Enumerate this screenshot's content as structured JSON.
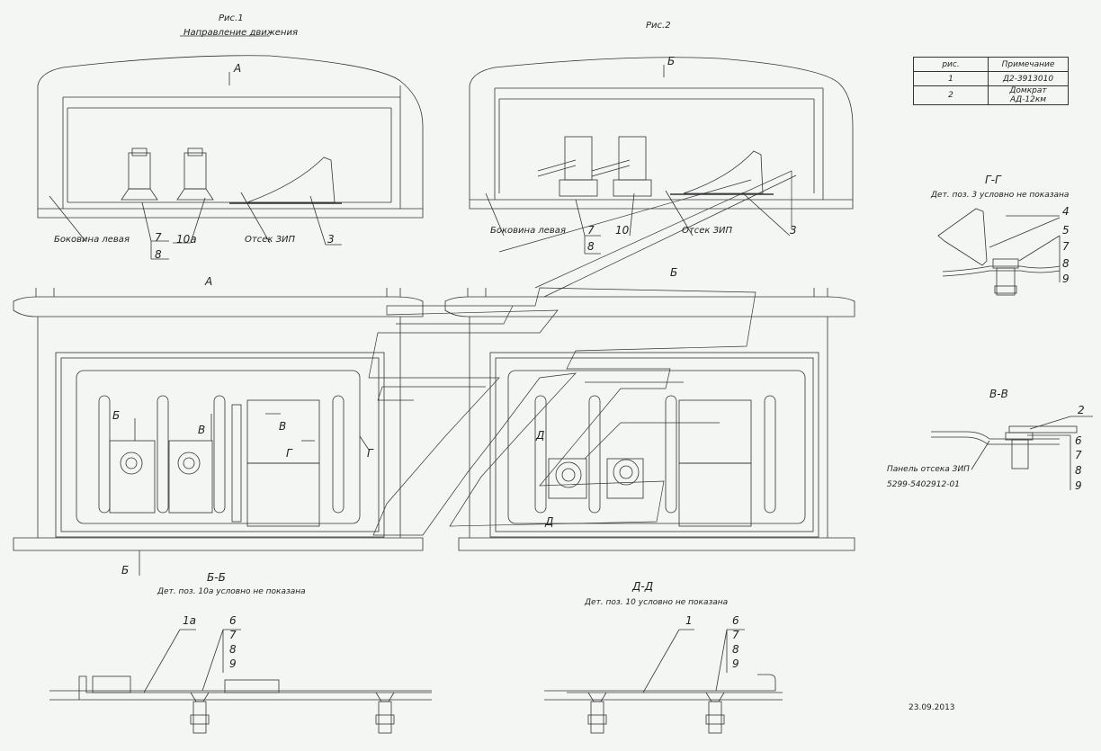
{
  "figures": {
    "fig1_title": "Рис.1",
    "fig1_direction": "Направление движения",
    "fig2_title": "Рис.2"
  },
  "views": {
    "a": "А",
    "b": "Б",
    "v": "В",
    "g": "Г",
    "d": "Д"
  },
  "labels": {
    "side_left_1": "Боковина левая",
    "side_left_2": "Боковина левая",
    "spare_1": "Отсек ЗИП",
    "spare_2": "Отсек ЗИП",
    "panel_name": "Панель отсека ЗИП",
    "panel_code": "5299-5402912-01"
  },
  "positions": {
    "p1": "1",
    "p1a": "1а",
    "p2": "2",
    "p3": "3",
    "p4": "4",
    "p5": "5",
    "p6": "6",
    "p7": "7",
    "p8": "8",
    "p9": "9",
    "p10": "10",
    "p10a": "10а"
  },
  "sections": {
    "gg_title": "Г-Г",
    "gg_note": "Дет. поз. 3 условно не показана",
    "vv_title": "В-В",
    "bb_title": "Б-Б",
    "bb_note": "Дет. поз. 10а условно не показана",
    "dd_title": "Д-Д",
    "dd_note": "Дет. поз. 10 условно не показана"
  },
  "notes_table": {
    "header": [
      "рис.",
      "Примечание"
    ],
    "rows": [
      [
        "1",
        "Д2-3913010"
      ],
      [
        "2",
        "Домкрат АД-12км"
      ]
    ]
  },
  "date": "23.09.2013"
}
